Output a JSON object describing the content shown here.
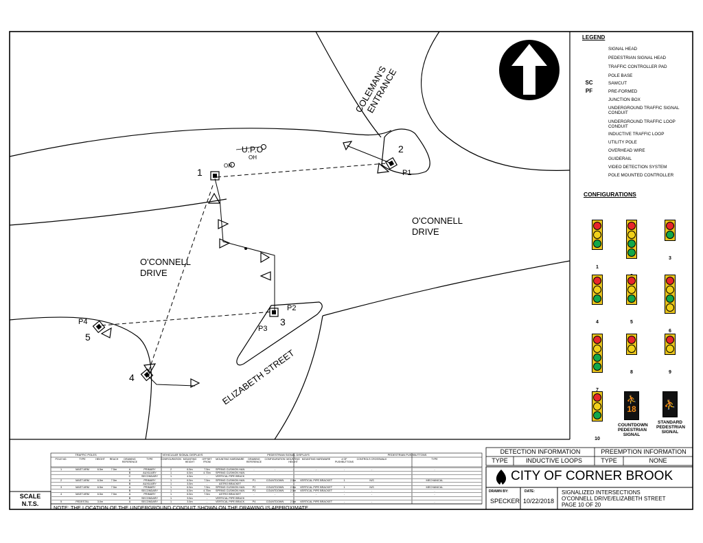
{
  "map": {
    "north_arrow": "north-arrow-icon",
    "streets": {
      "colemans": [
        "COLEMAN'S",
        "ENTRANCE"
      ],
      "oconnell_right": [
        "O'CONNELL",
        "DRIVE"
      ],
      "oconnell_left": [
        "O'CONNELL",
        "DRIVE"
      ],
      "elizabeth": "ELIZABETH STREET"
    },
    "pole_numbers": [
      "1",
      "2",
      "3",
      "4",
      "5"
    ],
    "ped_labels": [
      "P1",
      "P2",
      "P3",
      "P4"
    ],
    "utility_labels": [
      "OH",
      "U.P.O",
      "OH"
    ]
  },
  "legend": {
    "title": "LEGEND",
    "items": [
      {
        "icon": "signal-head-icon",
        "symbol": "",
        "label": "SIGNAL HEAD"
      },
      {
        "icon": "pedestrian-signal-head-icon",
        "symbol": "",
        "label": "PEDESTRIAN SIGNAL HEAD"
      },
      {
        "icon": "controller-pad-icon",
        "symbol": "",
        "label": "TRAFFIC CONTROLLER PAD"
      },
      {
        "icon": "pole-base-icon",
        "symbol": "",
        "label": "POLE BASE"
      },
      {
        "icon": "sawcut-icon",
        "symbol": "SC",
        "label": "SAWCUT"
      },
      {
        "icon": "preformed-icon",
        "symbol": "PF",
        "label": "PRE-FORMED"
      },
      {
        "icon": "junction-box-icon",
        "symbol": "",
        "label": "JUNCTION BOX"
      },
      {
        "icon": "signal-conduit-icon",
        "symbol": "",
        "label": "UNDERGROUND TRAFFIC SIGNAL CONDUIT"
      },
      {
        "icon": "loop-conduit-icon",
        "symbol": "",
        "label": "UNDERGROUND TRAFFIC LOOP CONDUIT"
      },
      {
        "icon": "inductive-loop-icon",
        "symbol": "",
        "label": "INDUCTIVE TRAFFIC LOOP"
      },
      {
        "icon": "utility-pole-icon",
        "symbol": "",
        "label": "UTILITY POLE"
      },
      {
        "icon": "overhead-wire-icon",
        "symbol": "",
        "label": "OVERHEAD WIRE"
      },
      {
        "icon": "guiderail-icon",
        "symbol": "",
        "label": "GUIDERAIL"
      },
      {
        "icon": "video-detection-icon",
        "symbol": "",
        "label": "VIDEO DETECTION SYSTEM"
      },
      {
        "icon": "pole-controller-icon",
        "symbol": "",
        "label": "POLE MOUNTED CONTROLLER"
      }
    ]
  },
  "configurations": {
    "title": "CONFIGURATIONS",
    "items": [
      {
        "label": "1"
      },
      {
        "label": "2"
      },
      {
        "label": "3"
      },
      {
        "label": "4"
      },
      {
        "label": "5"
      },
      {
        "label": "6"
      },
      {
        "label": "7"
      },
      {
        "label": "8"
      },
      {
        "label": "9"
      },
      {
        "label": "10"
      },
      {
        "label": "COUNTDOWN PEDESTRIAN SIGNAL",
        "countdown": "18"
      },
      {
        "label": "STANDARD PEDESTRIAN SIGNAL"
      }
    ],
    "colors": {
      "red": "#e8262a",
      "yellow": "#f2d11a",
      "green": "#12a84a",
      "housing": "#e8c31c"
    }
  },
  "detection": {
    "title": "DETECTION INFORMATION",
    "type_label": "TYPE",
    "type_value": "INDUCTIVE LOOPS"
  },
  "preemption": {
    "title": "PREEMPTION INFORMATION",
    "type_label": "TYPE",
    "type_value": "NONE"
  },
  "title_block": {
    "org": "CITY OF CORNER BROOK",
    "drawn_by_label": "DRAWN BY:",
    "drawn_by": "SPECKER",
    "date_label": "DATE:",
    "date": "10/22/2018",
    "title_lines": [
      "SIGNALIZED INTERSECTIONS",
      "O'CONNELL DRIVE/ELIZABETH STREET",
      "PAGE 10 OF 20"
    ]
  },
  "scale": {
    "label": "SCALE",
    "value": "N.T.S."
  },
  "note": "NOTE: THE LOCATION OF THE UNDERGROUND CONDUIT SHOWN ON THE DRAWING IS APPROXIMATE",
  "table": {
    "group_headers": [
      "TRAFFIC POLES",
      "VEHICULAR SIGNAL DISPLAYS",
      "PEDESTRIAN SIGNAL DISPLAYS",
      "PEDESTRIAN PUSHBUTTONS"
    ],
    "columns": [
      "POLE NO.",
      "TYPE",
      "HEIGHT",
      "REACH",
      "DRAWING REFERENCE",
      "TYPE",
      "CONFIGURATION",
      "MOUNTING HEIGHT",
      "OFFSET FROM",
      "MOUNTING HARDWARE",
      "DRAWING REFERENCE",
      "CONFIGURATION",
      "MOUNTING HEIGHT",
      "MOUNTING HARDWARE",
      "# OF PUSHBUTTONS",
      "CONTROLS CROSSWALK",
      "TYPE"
    ],
    "rows": [
      [
        "1",
        "MAST ARM",
        "6.5m",
        "7.5m",
        "A",
        "PRIMARY",
        "2",
        "6.5m",
        "7.5m",
        "SPRING CUSHION HANGER",
        "-",
        "-",
        "-",
        "-",
        "-",
        "-",
        "-"
      ],
      [
        "",
        "",
        "",
        "",
        "B",
        "AUXILIARY",
        "1",
        "6.5m",
        "4.75m",
        "SPRING CUSHION HANGER",
        "",
        "",
        "",
        "",
        "",
        "",
        ""
      ],
      [
        "",
        "",
        "",
        "",
        "C",
        "SECONDARY",
        "1",
        "4.5m",
        "-",
        "VERTICAL PIPE BRACKET",
        "",
        "",
        "",
        "",
        "",
        "",
        ""
      ],
      [
        "2",
        "MAST ARM",
        "6.5m",
        "7.5m",
        "A",
        "PRIMARY",
        "1",
        "6.5m",
        "7.5m",
        "SPRING CUSHION HANGER",
        "P1",
        "COUNTDOWN",
        "2.5m",
        "VERTICAL PIPE BRACKET",
        "1",
        "N/S",
        "MECHANICAL"
      ],
      [
        "",
        "",
        "",
        "",
        "B",
        "AUXILIARY",
        "1",
        "3.5m",
        "-",
        "ASTRO BRACKET",
        "",
        "",
        "",
        "",
        "",
        "",
        ""
      ],
      [
        "3",
        "MAST ARM",
        "6.5m",
        "7.5m",
        "A",
        "PRIMARY",
        "1",
        "6.5m",
        "7.5m",
        "SPRING CUSHION HANGER",
        "P2",
        "COUNTDOWN",
        "2.5m",
        "VERTICAL PIPE BRACKET",
        "1",
        "N/S",
        "MECHANICAL"
      ],
      [
        "",
        "",
        "",
        "",
        "B",
        "SECONDARY",
        "1",
        "6.5m",
        "4.75m",
        "SPRING CUSHION HANGER",
        "P3",
        "COUNTDOWN",
        "2.5m",
        "VERTICAL PIPE BRACKET",
        "-",
        "-",
        "-"
      ],
      [
        "4",
        "MAST ARM",
        "6.5m",
        "7.5m",
        "A",
        "PRIMARY",
        "1",
        "6.5m",
        "7.5m",
        "ASTRO BRACKET",
        "-",
        "-",
        "-",
        "-",
        "-",
        "-",
        "-"
      ],
      [
        "",
        "",
        "",
        "",
        "B",
        "SECONDARY",
        "1",
        "3.5m",
        "-",
        "VERTICAL PIPE BRACKET",
        "",
        "",
        "",
        "",
        "",
        "",
        ""
      ],
      [
        "5",
        "PEDESTAL",
        "3.0m",
        "",
        "A",
        "SECONDARY",
        "1",
        "3.5m",
        "-",
        "VERTICAL PIPE BRACKET",
        "P4",
        "COUNTDOWN",
        "2.5m",
        "VERTICAL PIPE BRACKET",
        "-",
        "-",
        "-"
      ]
    ]
  }
}
